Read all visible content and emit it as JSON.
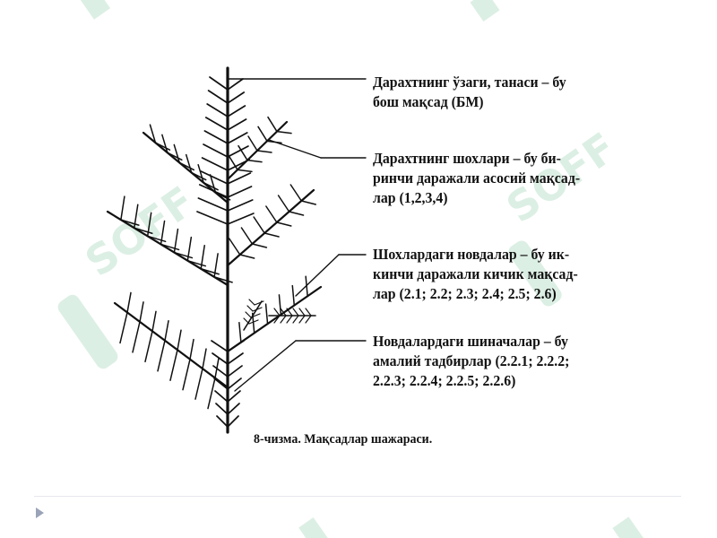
{
  "labels": {
    "trunk": [
      "Дарахтнинг ўзаги, танаси – бу",
      "бош мақсад (БМ)"
    ],
    "branches": [
      "Дарахтнинг шохлари – бу би-",
      "ринчи даражали асосий мақсад-",
      "лар (1,2,3,4)"
    ],
    "shoots": [
      "Шохлардаги новдалар – бу ик-",
      "кинчи даражали кичик мақсад-",
      "лар (2.1; 2.2; 2.3; 2.4; 2.5; 2.6)"
    ],
    "twigs": [
      "Новдалардаги шиначалар – бу",
      "амалий тадбирлар (2.2.1; 2.2.2;",
      "2.2.3; 2.2.4; 2.2.5; 2.2.6)"
    ]
  },
  "caption": "8-чизма. Мақсадлар шажараси.",
  "watermark": {
    "text": "SOFF",
    "color": "#dcefe4"
  },
  "icons": {
    "tree": "goal-tree-icon",
    "nav": "play-triangle-icon"
  },
  "colors": {
    "ink": "#111111",
    "divider": "#e6e8ee",
    "nav": "#9aa3b8"
  }
}
